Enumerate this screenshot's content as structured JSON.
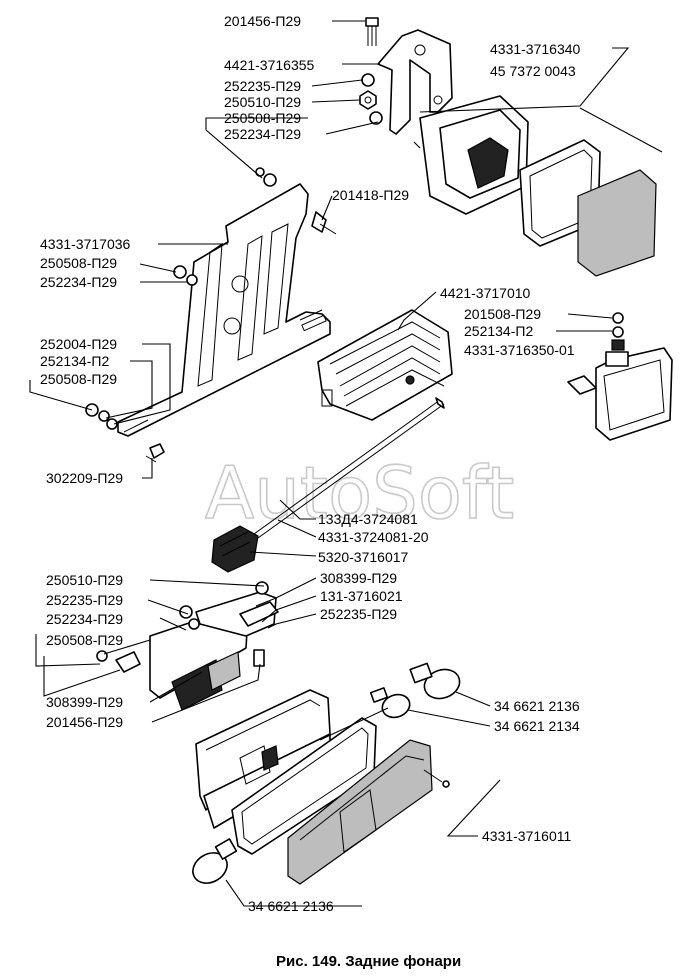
{
  "labels": {
    "l01": "201456-П29",
    "l02": "4421-3716355",
    "l03": "252235-П29",
    "l04": "250510-П29",
    "l05": "250508-П29",
    "l06": "252234-П29",
    "l07": "4331-3716340",
    "l08": "45 7372 0043",
    "l09": "201418-П29",
    "l10": "4331-3717036",
    "l11": "250508-П29",
    "l12": "252234-П29",
    "l13": "4421-3717010",
    "l14": "201508-П29",
    "l15": "252134-П2",
    "l16": "4331-3716350-01",
    "l17": "252004-П29",
    "l18": "252134-П2",
    "l19": "250508-П29",
    "l20": "302209-П29",
    "l21": "133Д4-3724081",
    "l22": "4331-3724081-20",
    "l23": "5320-3716017",
    "l24": "250510-П29",
    "l25": "308399-П29",
    "l26": "131-3716021",
    "l27": "252235-П29",
    "l28": "252235-П29",
    "l29": "252234-П29",
    "l30": "250508-П29",
    "l31": "308399-П29",
    "l32": "201456-П29",
    "l33": "34 6621 2136",
    "l34": "34 6621 2134",
    "l35": "4331-3716011",
    "l36": "34 6621 2136"
  },
  "caption": "Рис. 149. Задние фонари",
  "watermark": "AutoSoft"
}
